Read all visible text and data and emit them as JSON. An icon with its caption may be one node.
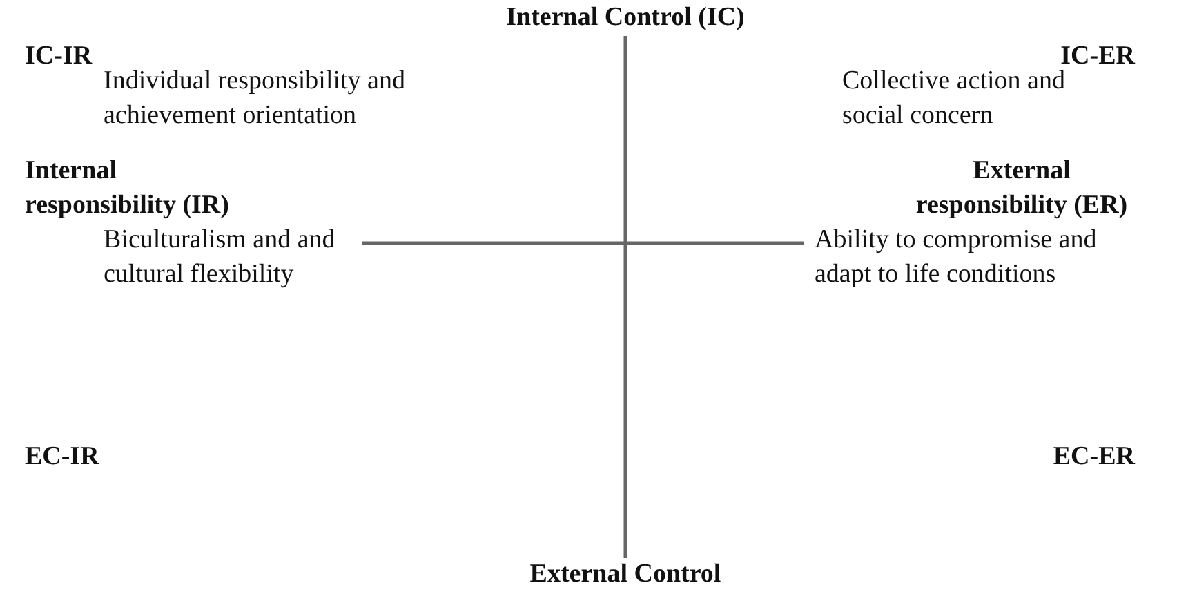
{
  "diagram": {
    "labels": [
      "Internal Control (IC)",
      "IC-IR",
      "IC-ER",
      "Individual responsibility and achievement orientation",
      "Collective action and social concern",
      "Internal responsibility (IR)",
      "External responsibility (ER)",
      "Biculturalism and and cultural flexibility",
      "Ability to compromise and adapt to life conditions",
      "EC-IR",
      "EC-ER",
      "External Control"
    ]
  }
}
